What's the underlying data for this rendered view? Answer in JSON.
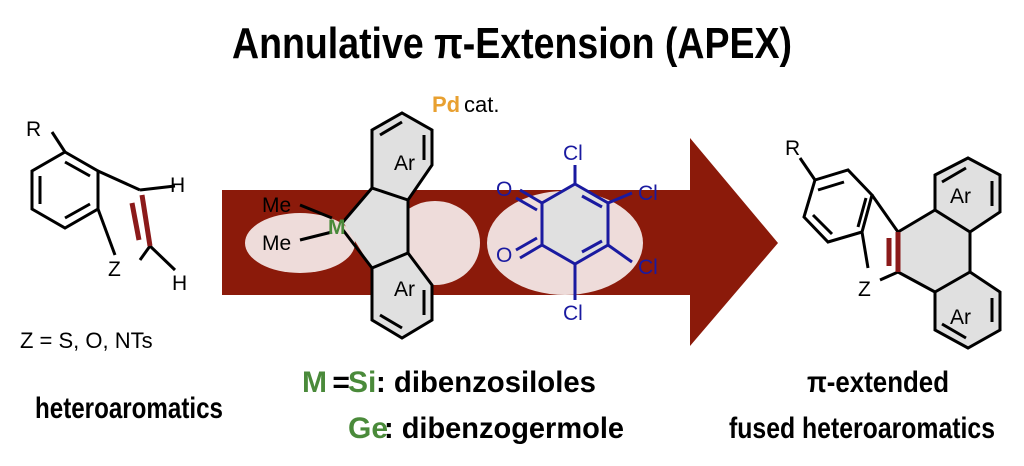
{
  "title": "Annulative π-Extension (APEX)",
  "catalyst": {
    "metal": "Pd",
    "suffix": " cat.",
    "metal_color": "#e8a030"
  },
  "substrate": {
    "R": "R",
    "H1": "H",
    "H2": "H",
    "Z": "Z",
    "z_options": "Z = S, O, NTs",
    "label": "heteroaromatics"
  },
  "reagent": {
    "me1": "Me",
    "me2": "Me",
    "metal": "M",
    "ar1": "Ar",
    "ar2": "Ar",
    "metal_color": "#4a8a3a",
    "m_line": {
      "m": "M",
      "eq": " = ",
      "si": "Si",
      "si_desc": ": dibenzosiloles"
    },
    "ge_line": {
      "ge": "Ge",
      "ge_desc": ": dibenzogermole"
    }
  },
  "oxidant": {
    "o1": "O",
    "o2": "O",
    "cl_top": "Cl",
    "cl_r1": "Cl",
    "cl_r2": "Cl",
    "cl_bottom": "Cl",
    "color": "#1a1aa0"
  },
  "product": {
    "R": "R",
    "Z": "Z",
    "ar1": "Ar",
    "ar2": "Ar",
    "label_line1": "π-extended",
    "label_line2": "fused heteroaromatics"
  },
  "colors": {
    "arrow": "#8b1a0a",
    "bond_highlight": "#8b1a1a",
    "ring_fill": "#e0e0e0"
  }
}
